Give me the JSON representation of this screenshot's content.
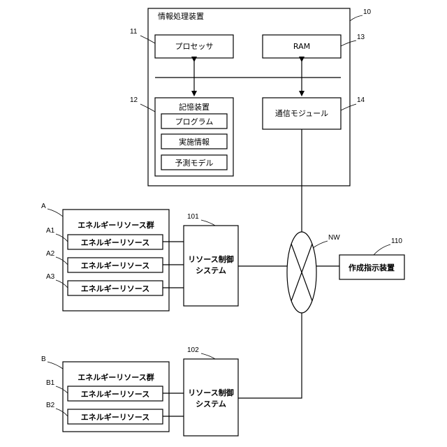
{
  "info_device": {
    "title": "情報処理装置",
    "ref": "10",
    "processor": {
      "label": "プロセッサ",
      "ref": "11"
    },
    "ram": {
      "label": "RAM",
      "ref": "13"
    },
    "storage": {
      "label": "記憶装置",
      "ref": "12",
      "items": [
        "プログラム",
        "実施情報",
        "予測モデル"
      ]
    },
    "comm": {
      "label": "通信モジュール",
      "ref": "14"
    }
  },
  "network": {
    "ref": "NW"
  },
  "creation_device": {
    "label": "作成指示装置",
    "ref": "110"
  },
  "group_a": {
    "ref": "A",
    "title": "エネルギーリソース群",
    "resources": [
      {
        "ref": "A1",
        "label": "エネルギーリソース"
      },
      {
        "ref": "A2",
        "label": "エネルギーリソース"
      },
      {
        "ref": "A3",
        "label": "エネルギーリソース"
      }
    ],
    "control": {
      "line1": "リソース制御",
      "line2": "システム",
      "ref": "101"
    }
  },
  "group_b": {
    "ref": "B",
    "title": "エネルギーリソース群",
    "resources": [
      {
        "ref": "B1",
        "label": "エネルギーリソース"
      },
      {
        "ref": "B2",
        "label": "エネルギーリソース"
      }
    ],
    "control": {
      "line1": "リソース制御",
      "line2": "システム",
      "ref": "102"
    }
  }
}
